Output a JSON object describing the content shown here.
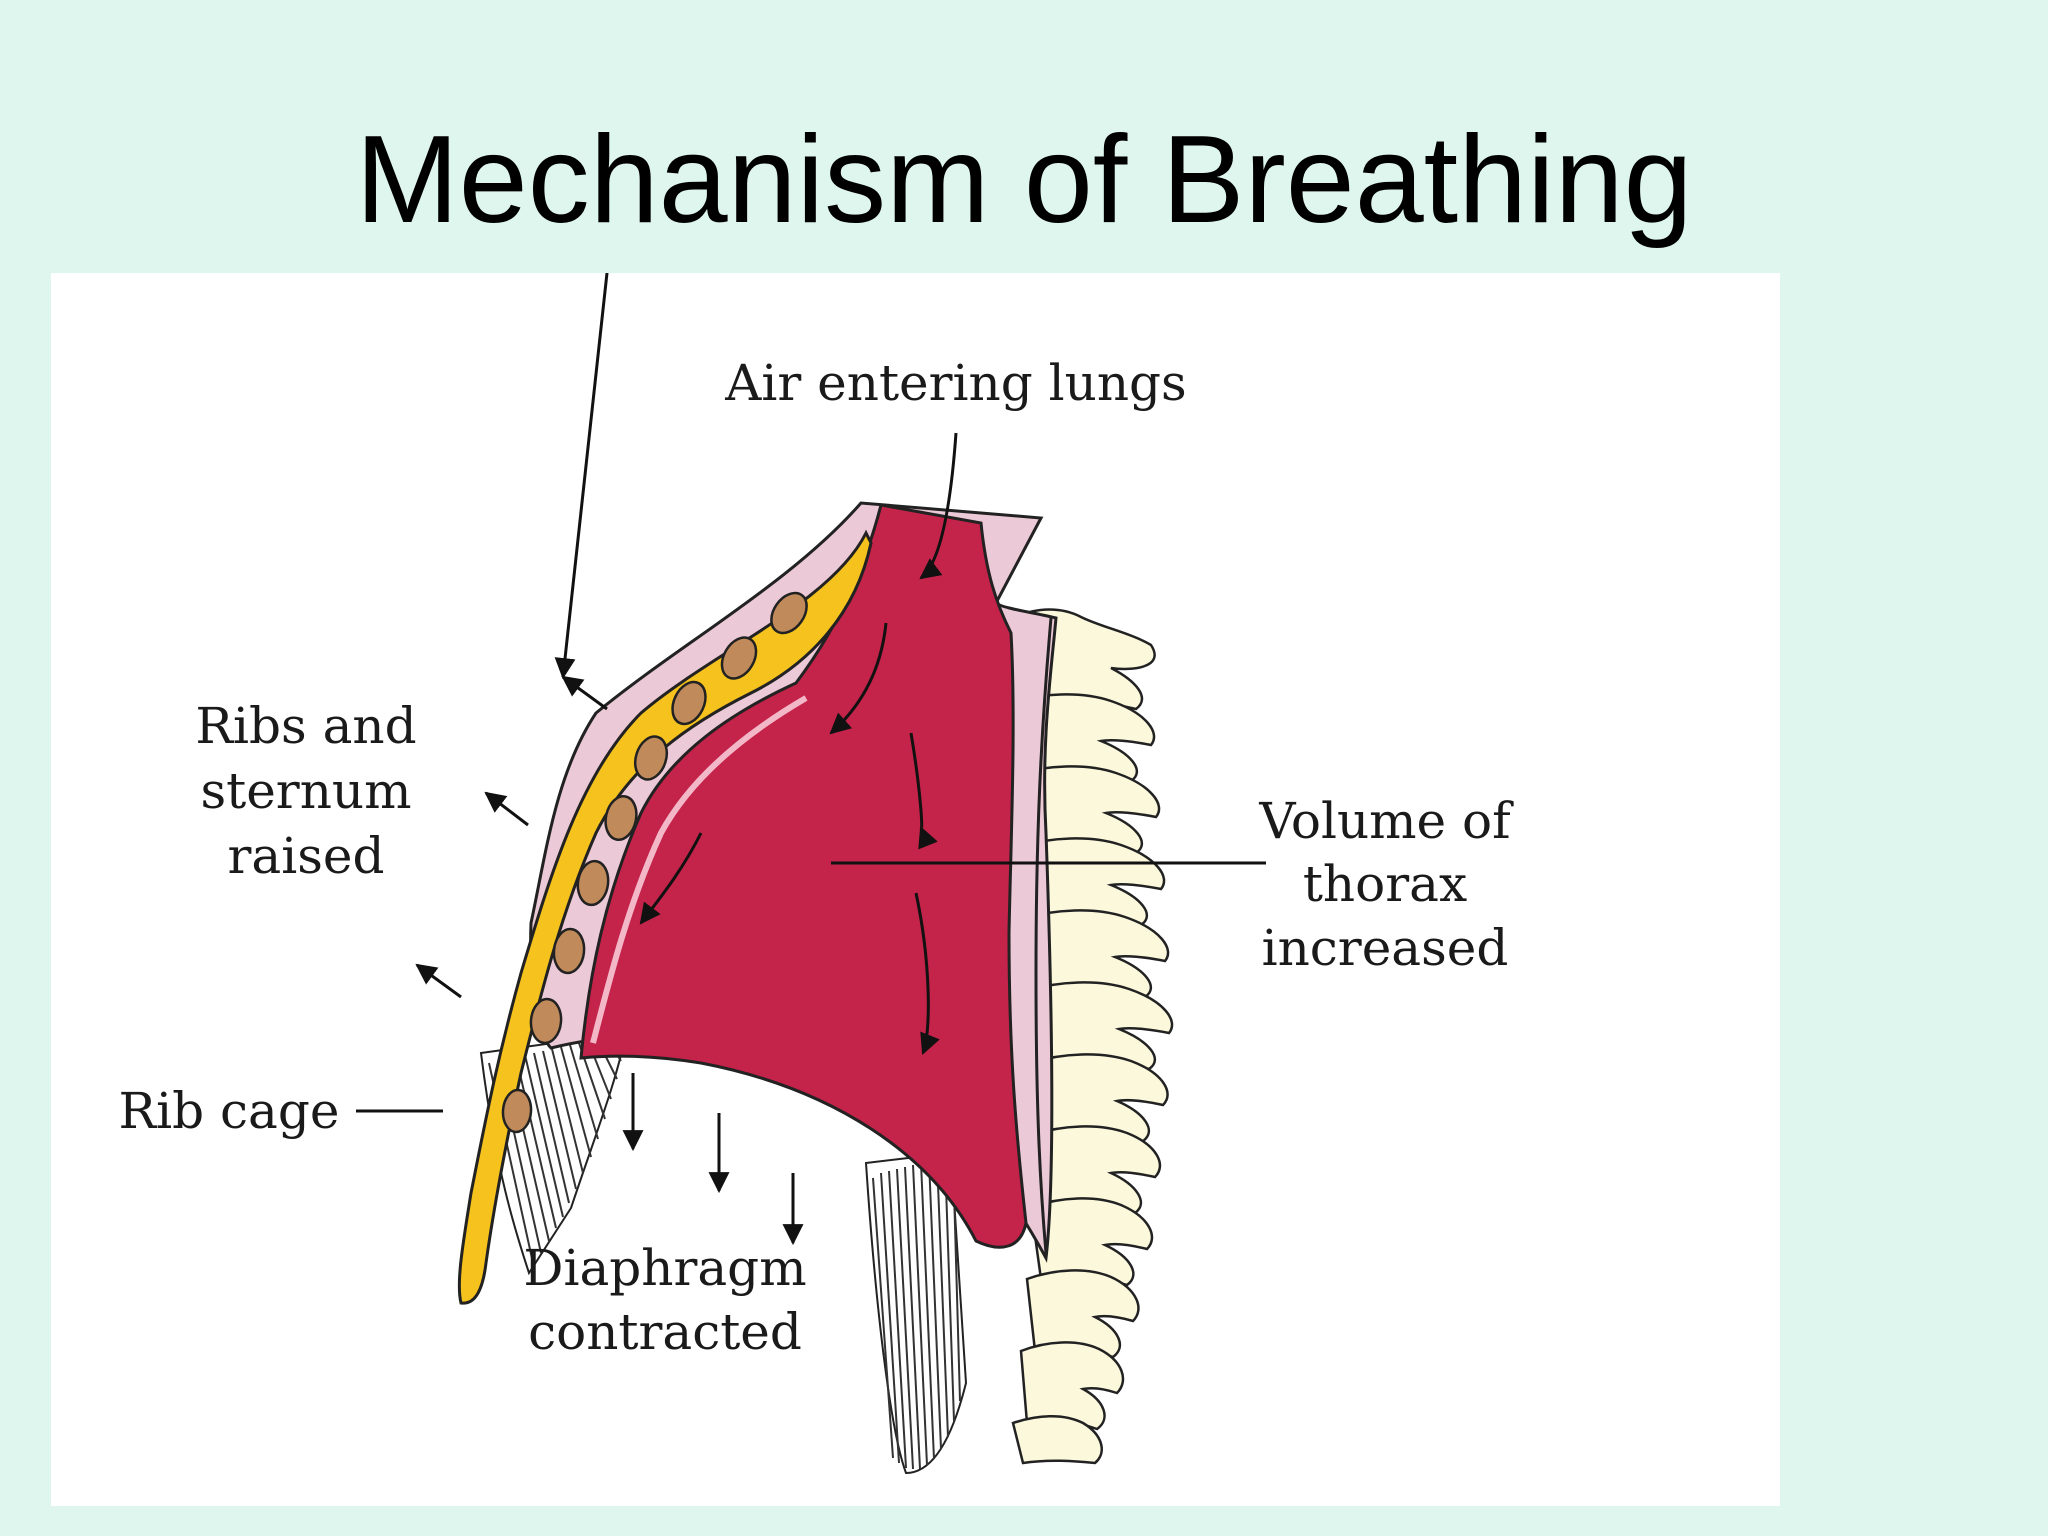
{
  "slide": {
    "title": "Mechanism of Breathing"
  },
  "labels": {
    "air_entering": "Air entering lungs",
    "ribs_line1": "Ribs and",
    "ribs_line2": "sternum",
    "ribs_line3": "raised",
    "volume_line1": "Volume of",
    "volume_line2": "thorax",
    "volume_line3": "increased",
    "rib_cage": "Rib cage",
    "diaphragm_line1": "Diaphragm",
    "diaphragm_line2": "contracted"
  },
  "colors": {
    "background": "#dff6ef",
    "lung": "#c4234a",
    "pleura": "#ecc9d6",
    "rib_cage": "#f6c21e",
    "rib_section": "#c08a5a",
    "vertebra": "#fbf8dc"
  }
}
